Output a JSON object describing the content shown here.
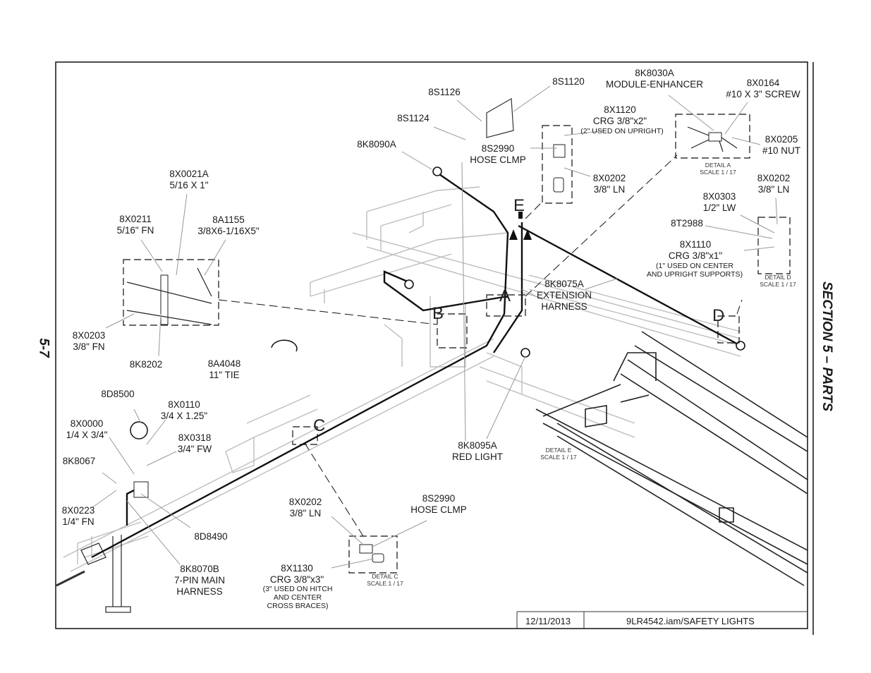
{
  "page": {
    "page_number": "5-7",
    "section_title": "SECTION 5 – PARTS"
  },
  "title_block": {
    "date": "12/11/2013",
    "file": "9LR4542.iam/SAFETY LIGHTS"
  },
  "callouts": {
    "c8S1120": [
      "8S1120"
    ],
    "c8S1126": [
      "8S1126"
    ],
    "c8S1124": [
      "8S1124"
    ],
    "c8K8090A": [
      "8K8090A"
    ],
    "c8S2990top": [
      "8S2990",
      "HOSE CLMP"
    ],
    "c8X1120": [
      "8X1120",
      "CRG 3/8\"x2\""
    ],
    "c8X1120note": "(2\" USED ON UPRIGHT)",
    "c8X0202top": [
      "8X0202",
      "3/8\" LN"
    ],
    "c8K8030A": [
      "8K8030A",
      "MODULE-ENHANCER"
    ],
    "c8X0164": [
      "8X0164",
      "#10 X 3\" SCREW"
    ],
    "c8X0205": [
      "8X0205",
      "#10 NUT"
    ],
    "c8X0202right": [
      "8X0202",
      "3/8\" LN"
    ],
    "c8X0303": [
      "8X0303",
      "1/2\" LW"
    ],
    "c8T2988": [
      "8T2988"
    ],
    "c8X1110": [
      "8X1110",
      "CRG 3/8\"x1\""
    ],
    "c8X1110note": [
      "(1\" USED ON CENTER",
      "AND UPRIGHT SUPPORTS)"
    ],
    "c8X0021A": [
      "8X0021A",
      "5/16 X 1\""
    ],
    "c8X0211": [
      "8X0211",
      "5/16\" FN"
    ],
    "c8A1155": [
      "8A1155",
      "3/8X6-1/16X5\""
    ],
    "c8X0203": [
      "8X0203",
      "3/8\" FN"
    ],
    "c8K8202": [
      "8K8202"
    ],
    "c8A4048": [
      "8A4048",
      "11\" TIE"
    ],
    "c8K8075A": [
      "8K8075A",
      "EXTENSION",
      "HARNESS"
    ],
    "c8D8500": [
      "8D8500"
    ],
    "c8X0110": [
      "8X0110",
      "3/4 X 1.25\""
    ],
    "c8X0000": [
      "8X0000",
      "1/4 X 3/4\""
    ],
    "c8X0318": [
      "8X0318",
      "3/4\" FW"
    ],
    "c8K8067": [
      "8K8067"
    ],
    "c8X0223": [
      "8X0223",
      "1/4\" FN"
    ],
    "c8D8490": [
      "8D8490"
    ],
    "c8K8070B": [
      "8K8070B",
      "7-PIN MAIN",
      "HARNESS"
    ],
    "c8K8095A": [
      "8K8095A",
      "RED LIGHT"
    ],
    "c8X0202bot": [
      "8X0202",
      "3/8\" LN"
    ],
    "c8S2990bot": [
      "8S2990",
      "HOSE CLMP"
    ],
    "c8X1130": [
      "8X1130",
      "CRG 3/8\"x3\""
    ],
    "c8X1130note": [
      "(3\" USED ON HITCH",
      "AND CENTER",
      "CROSS BRACES)"
    ]
  },
  "details": {
    "A": [
      "DETAIL  A",
      "SCALE 1 / 17"
    ],
    "C": [
      "DETAIL  C",
      "SCALE 1 / 17"
    ],
    "D": [
      "DETAIL  D",
      "SCALE 1 / 17"
    ],
    "E": [
      "DETAIL  E",
      "SCALE 1 / 17"
    ]
  },
  "detail_letters": [
    "A",
    "B",
    "C",
    "D",
    "E"
  ]
}
